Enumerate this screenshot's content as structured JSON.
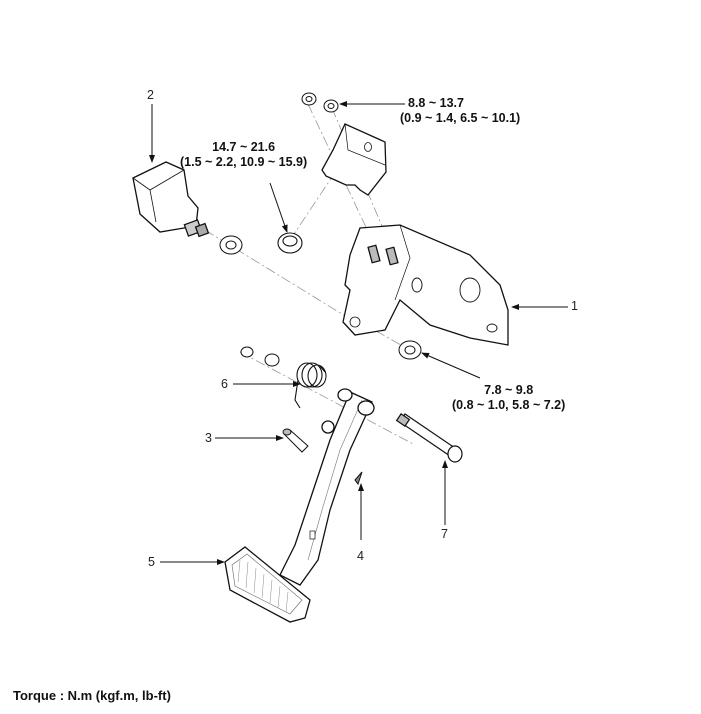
{
  "diagram": {
    "title": "Accelerator / Brake Pedal Assembly Exploded View",
    "callouts": [
      {
        "id": "1",
        "label": "1",
        "part": "pedal-bracket"
      },
      {
        "id": "2",
        "label": "2",
        "part": "stop-lamp-switch"
      },
      {
        "id": "3",
        "label": "3",
        "part": "clevis-pin"
      },
      {
        "id": "4",
        "label": "4",
        "part": "snap-pin"
      },
      {
        "id": "5",
        "label": "5",
        "part": "pedal-pad"
      },
      {
        "id": "6",
        "label": "6",
        "part": "return-spring"
      },
      {
        "id": "7",
        "label": "7",
        "part": "pivot-bolt"
      }
    ],
    "torques": [
      {
        "id": "top-right",
        "line1": "8.8 ~ 13.7",
        "line2": "(0.9 ~ 1.4, 6.5 ~ 10.1)"
      },
      {
        "id": "top-center",
        "line1": "14.7 ~ 21.6",
        "line2": "(1.5 ~ 2.2, 10.9 ~ 15.9)"
      },
      {
        "id": "right",
        "line1": "7.8 ~ 9.8",
        "line2": "(0.8 ~ 1.0, 5.8 ~ 7.2)"
      }
    ],
    "footer": "Torque : N.m (kgf.m, lb-ft)"
  }
}
